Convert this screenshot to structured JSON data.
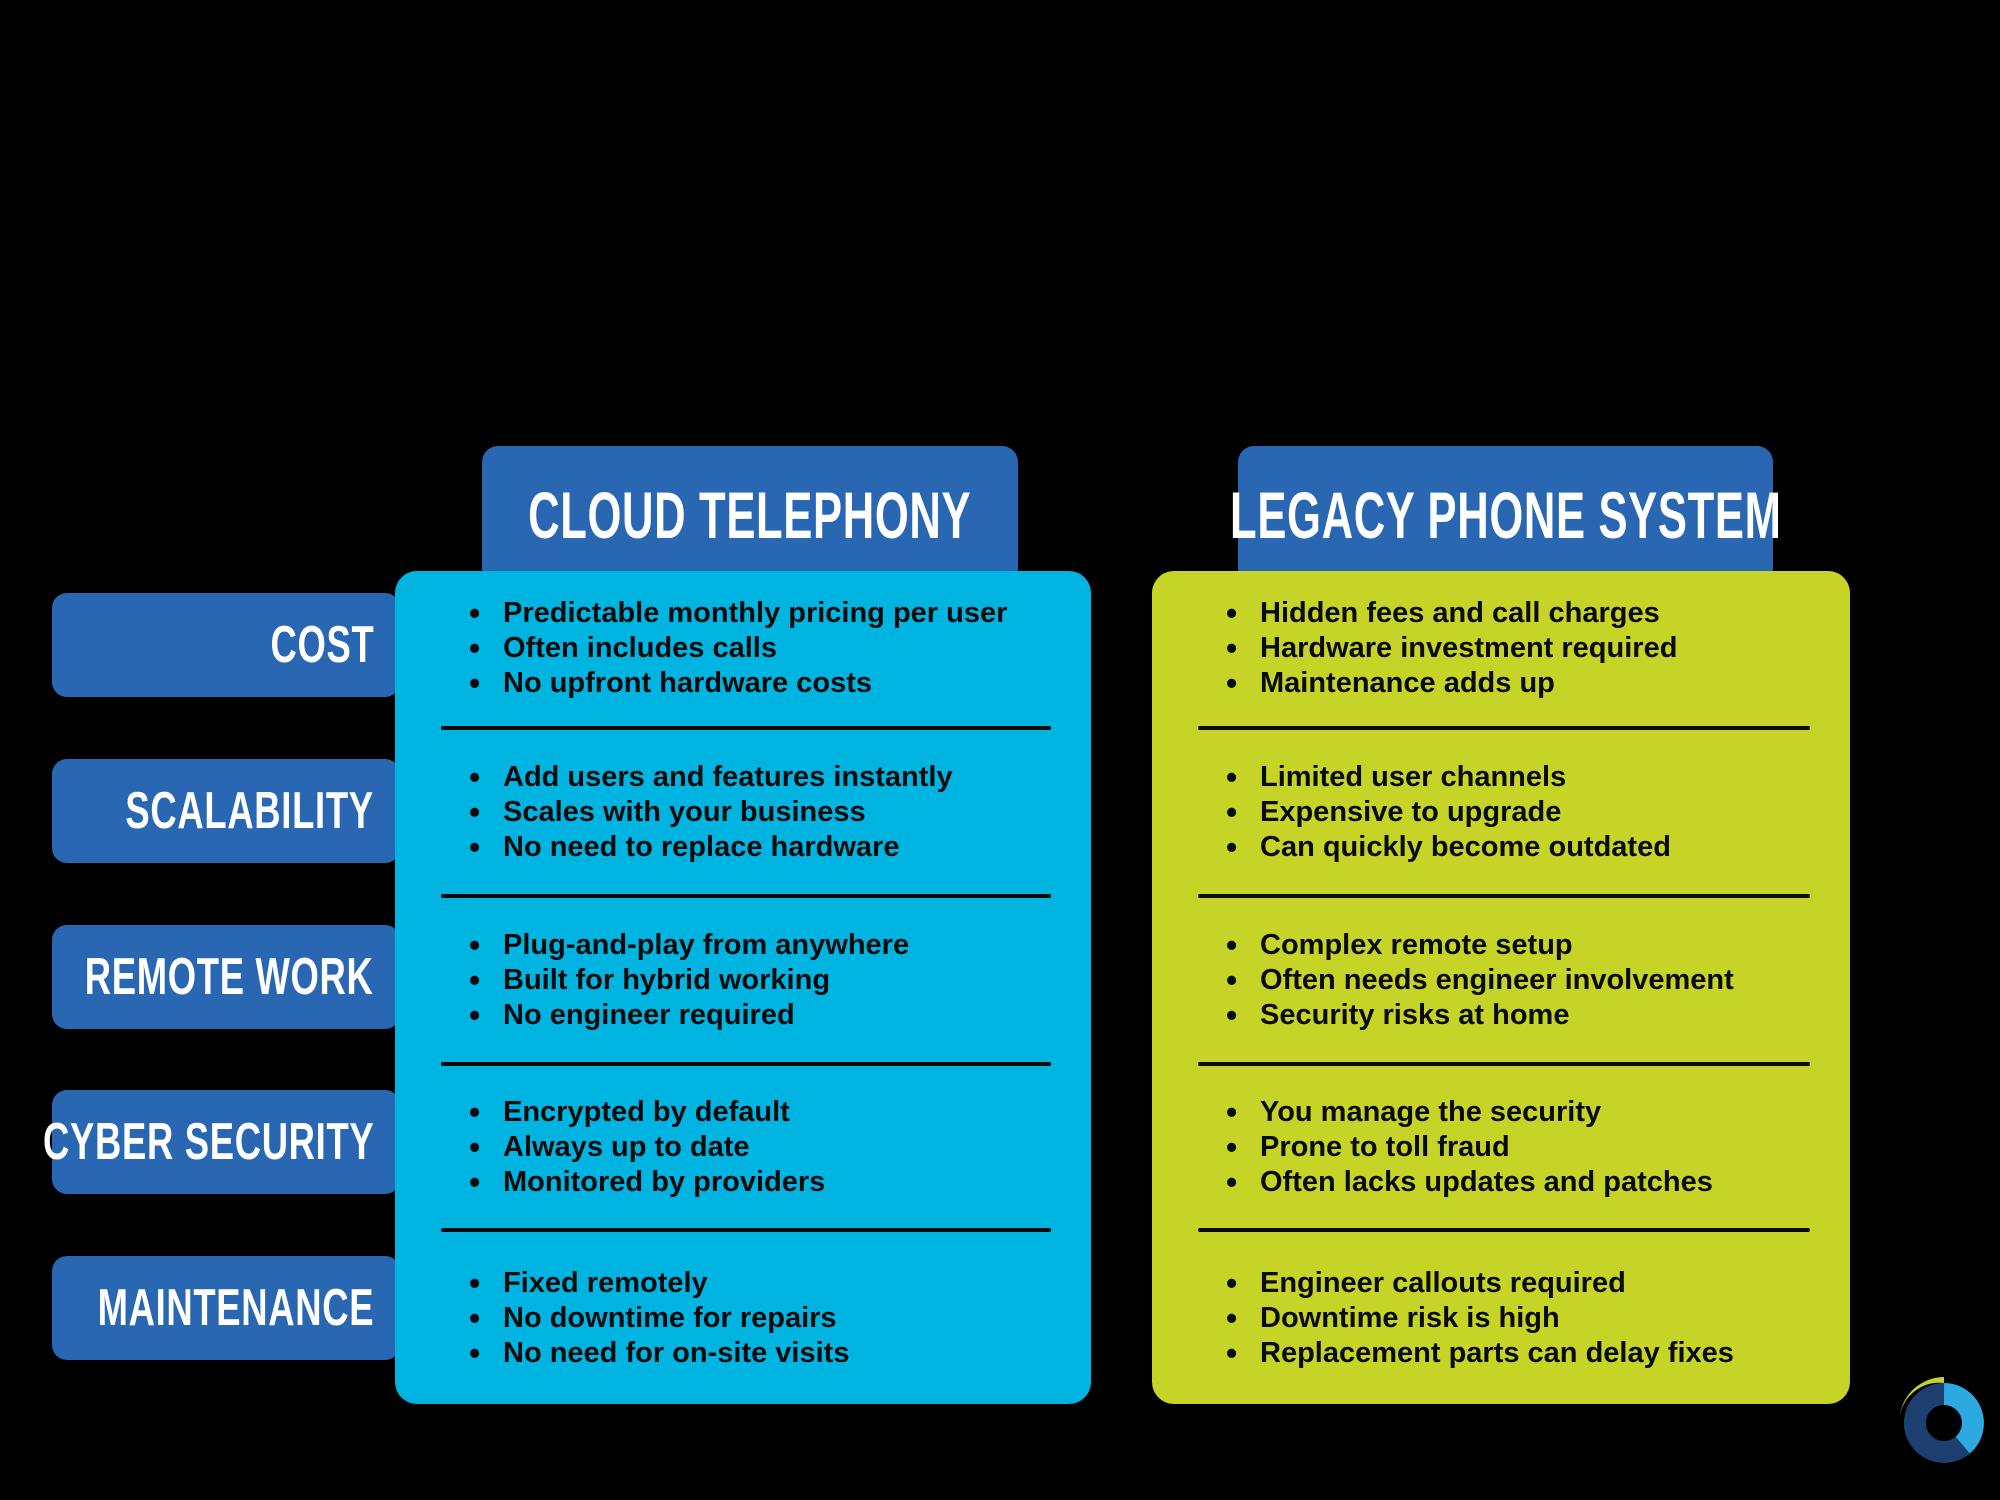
{
  "page": {
    "background_color": "#000000",
    "accent_blue": "#2a67b2",
    "cloud_panel_color": "#00b4e1",
    "legacy_panel_color": "#c6d327",
    "body_text_color": "#0b0b0c",
    "header_text_color": "#ffffff"
  },
  "columns": {
    "cloud": {
      "header": "CLOUD TELEPHONY"
    },
    "legacy": {
      "header": "LEGACY PHONE SYSTEM"
    }
  },
  "rows": [
    {
      "label": "COST",
      "cloud": [
        "Predictable monthly pricing per user",
        "Often includes calls",
        "No upfront hardware costs"
      ],
      "legacy": [
        "Hidden fees and call charges",
        "Hardware investment required",
        "Maintenance adds up"
      ]
    },
    {
      "label": "SCALABILITY",
      "cloud": [
        "Add users and features instantly",
        "Scales with your business",
        "No need to replace hardware"
      ],
      "legacy": [
        "Limited user channels",
        "Expensive to upgrade",
        "Can quickly become outdated"
      ]
    },
    {
      "label": "REMOTE WORK",
      "cloud": [
        "Plug-and-play from anywhere",
        "Built for hybrid working",
        "No engineer required"
      ],
      "legacy": [
        "Complex remote setup",
        "Often needs engineer involvement",
        "Security risks at home"
      ]
    },
    {
      "label": "CYBER SECURITY",
      "cloud": [
        "Encrypted by default",
        "Always up to date",
        "Monitored by providers"
      ],
      "legacy": [
        "You manage the security",
        "Prone to toll fraud",
        "Often lacks updates and patches"
      ]
    },
    {
      "label": "MAINTENANCE",
      "cloud": [
        "Fixed remotely",
        "No downtime for repairs",
        "No need for on-site visits"
      ],
      "legacy": [
        "Engineer callouts required",
        "Downtime risk is high",
        "Replacement parts can delay fixes"
      ]
    }
  ],
  "logo": {
    "name": "circle-ring-logo",
    "ring_right_color": "#2ba9e0",
    "ring_left_color": "#1c3f6f",
    "swoosh_color": "#c5d22b"
  }
}
